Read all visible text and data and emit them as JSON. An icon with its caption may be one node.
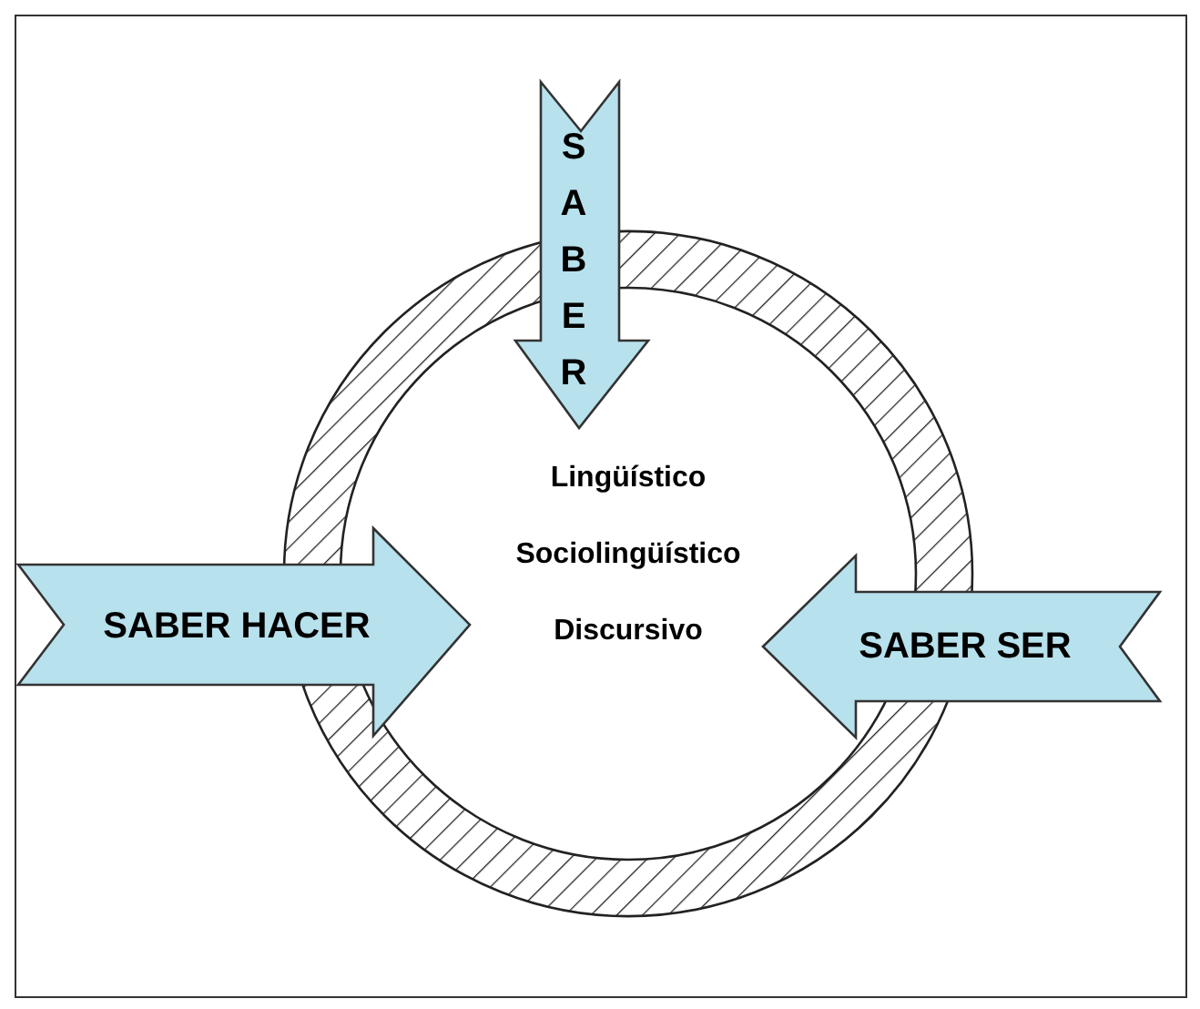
{
  "diagram": {
    "nodes": [
      {
        "text": [
          "Lingüístico",
          "Sociolingüístico",
          "Discursivo"
        ]
      },
      {
        "text": [
          "SABER"
        ]
      },
      {
        "text": [
          "SABER HACER"
        ]
      },
      {
        "text": [
          "SABER SER"
        ]
      }
    ]
  }
}
